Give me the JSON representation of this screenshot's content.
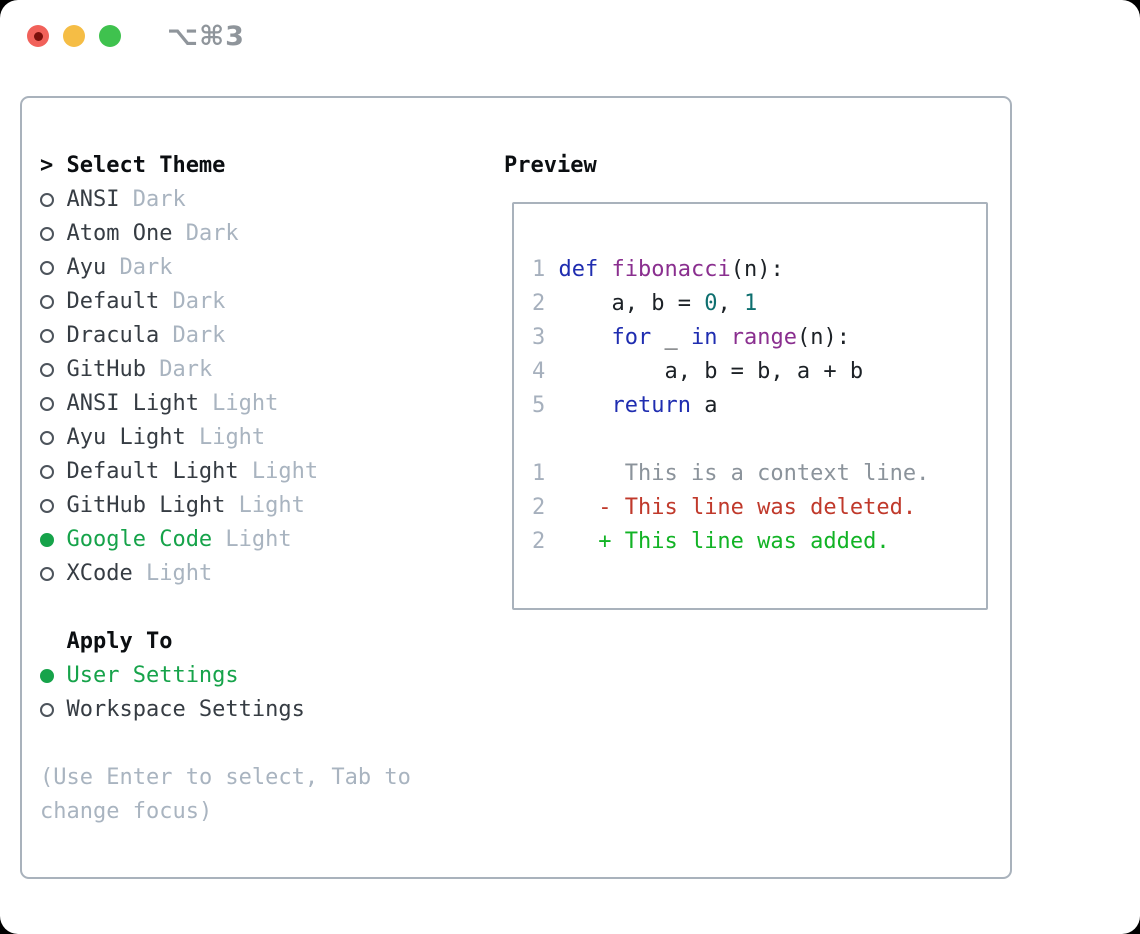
{
  "window": {
    "title_shortcut": "⌥⌘3"
  },
  "colors": {
    "tl-close": "#f1615a",
    "tl-close-dot": "#7b100c",
    "tl-min": "#f5bd45",
    "tl-zoom": "#3fc24e",
    "titlebar-text": "#8f959b",
    "border": "#a9b2bc",
    "heading": "#0b0e11",
    "text": "#363c43",
    "suffix": "#a9b4c0",
    "circle": "#4d545c",
    "green": "#16a34a",
    "help": "#a9b4c0",
    "lineno": "#a6b0bd",
    "plain": "#1c2126",
    "kw": "#1f2db0",
    "title": "#8a2f8f",
    "num": "#0e6f6f",
    "ctx": "#8b939b",
    "del": "#c0392b",
    "add": "#12b325"
  },
  "theme_picker": {
    "header_prefix": ">",
    "header": "Select Theme",
    "items": [
      {
        "name": "ANSI",
        "variant": "Dark",
        "selected": false
      },
      {
        "name": "Atom One",
        "variant": "Dark",
        "selected": false
      },
      {
        "name": "Ayu",
        "variant": "Dark",
        "selected": false
      },
      {
        "name": "Default",
        "variant": "Dark",
        "selected": false
      },
      {
        "name": "Dracula",
        "variant": "Dark",
        "selected": false
      },
      {
        "name": "GitHub",
        "variant": "Dark",
        "selected": false
      },
      {
        "name": "ANSI Light",
        "variant": "Light",
        "selected": false
      },
      {
        "name": "Ayu Light",
        "variant": "Light",
        "selected": false
      },
      {
        "name": "Default Light",
        "variant": "Light",
        "selected": false
      },
      {
        "name": "GitHub Light",
        "variant": "Light",
        "selected": false
      },
      {
        "name": "Google Code",
        "variant": "Light",
        "selected": true
      },
      {
        "name": "XCode",
        "variant": "Light",
        "selected": false
      }
    ]
  },
  "apply_to": {
    "header": "Apply To",
    "options": [
      {
        "label": "User Settings",
        "selected": true
      },
      {
        "label": "Workspace Settings",
        "selected": false
      }
    ]
  },
  "help_text": [
    "(Use Enter to select, Tab to",
    "change focus)"
  ],
  "preview": {
    "header": "Preview",
    "lines": [
      {
        "num": "1",
        "segments": [
          {
            "t": " ",
            "c": "plain"
          },
          {
            "t": "def",
            "c": "kw"
          },
          {
            "t": " ",
            "c": "plain"
          },
          {
            "t": "fibonacci",
            "c": "title"
          },
          {
            "t": "(n):",
            "c": "plain"
          }
        ]
      },
      {
        "num": "2",
        "segments": [
          {
            "t": "     a, b = ",
            "c": "plain"
          },
          {
            "t": "0",
            "c": "num"
          },
          {
            "t": ", ",
            "c": "plain"
          },
          {
            "t": "1",
            "c": "num"
          }
        ]
      },
      {
        "num": "3",
        "segments": [
          {
            "t": "     ",
            "c": "plain"
          },
          {
            "t": "for",
            "c": "kw"
          },
          {
            "t": " _ ",
            "c": "plain"
          },
          {
            "t": "in",
            "c": "kw"
          },
          {
            "t": " ",
            "c": "plain"
          },
          {
            "t": "range",
            "c": "title"
          },
          {
            "t": "(n):",
            "c": "plain"
          }
        ]
      },
      {
        "num": "4",
        "segments": [
          {
            "t": "         a, b = b, a + b",
            "c": "plain"
          }
        ]
      },
      {
        "num": "5",
        "segments": [
          {
            "t": "     ",
            "c": "plain"
          },
          {
            "t": "return",
            "c": "kw"
          },
          {
            "t": " a",
            "c": "plain"
          }
        ]
      },
      {
        "num": "",
        "segments": []
      },
      {
        "num": "1",
        "segments": [
          {
            "t": "      This is a context line.",
            "c": "ctx"
          }
        ]
      },
      {
        "num": "2",
        "segments": [
          {
            "t": "    - This line was deleted.",
            "c": "del"
          }
        ]
      },
      {
        "num": "2",
        "segments": [
          {
            "t": "    + This line was added.",
            "c": "add"
          }
        ]
      }
    ]
  }
}
